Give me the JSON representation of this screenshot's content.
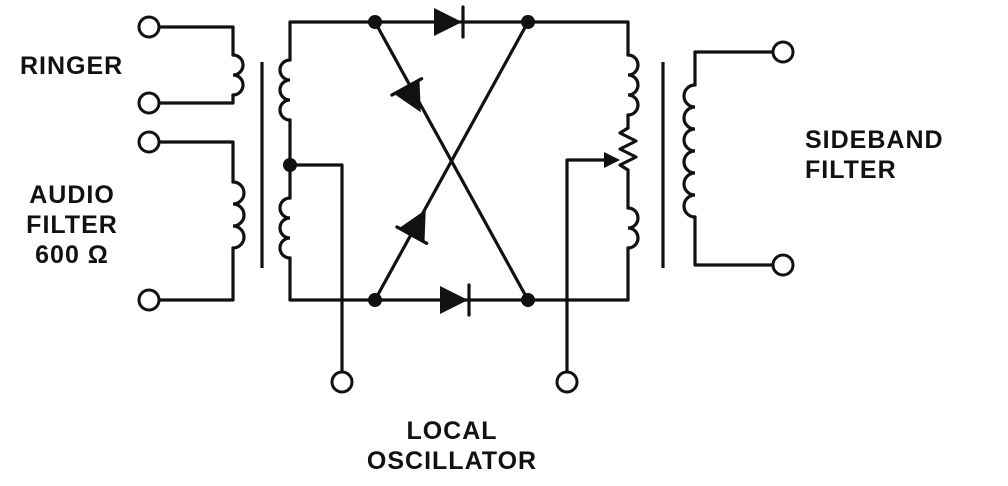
{
  "labels": {
    "ringer": "RINGER",
    "audio_filter": [
      "AUDIO",
      "FILTER",
      "600 Ω"
    ],
    "sideband_filter": [
      "SIDEBAND",
      "FILTER"
    ],
    "local_oscillator": [
      "LOCAL",
      "OSCILLATOR"
    ]
  },
  "components": {
    "diodes": 4,
    "transformers": 2,
    "terminals": 8
  }
}
